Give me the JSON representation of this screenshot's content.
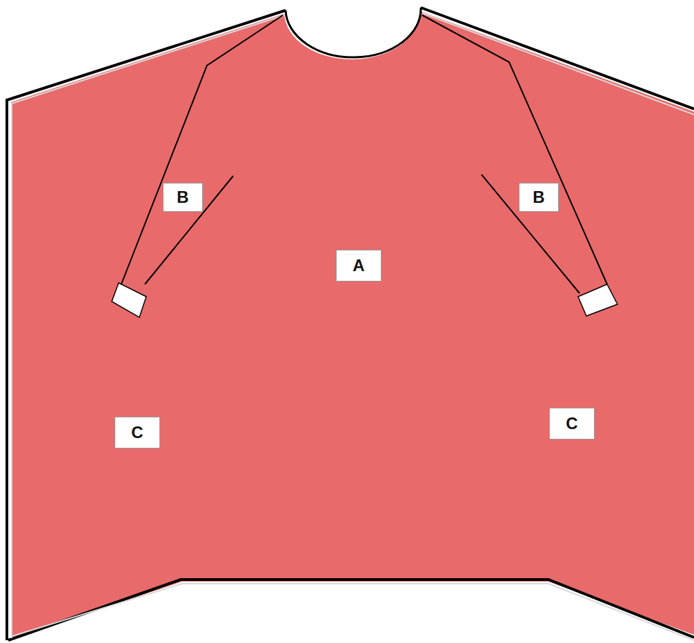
{
  "diagram": {
    "labels": [
      "B",
      "B",
      "A",
      "C",
      "C"
    ]
  }
}
